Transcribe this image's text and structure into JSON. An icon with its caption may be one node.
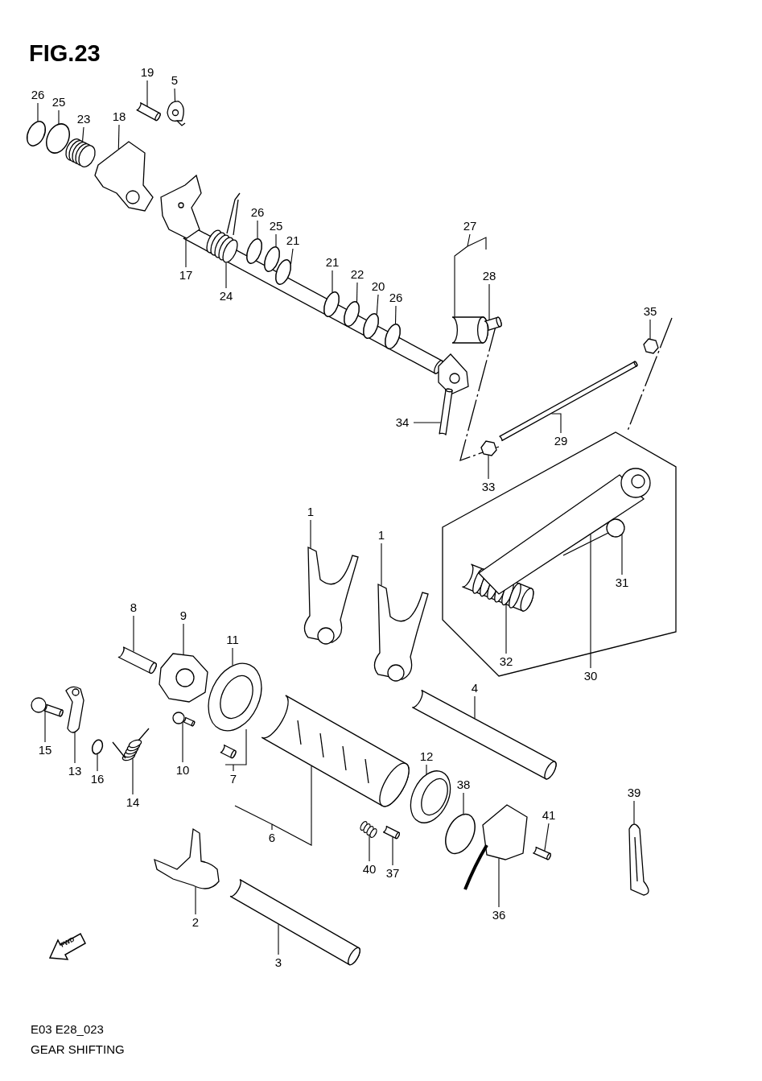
{
  "diagram": {
    "title": "FIG.23",
    "nodes": [
      {
        "text": [
          "26"
        ]
      },
      {
        "text": [
          "25"
        ]
      },
      {
        "text": [
          "23"
        ]
      },
      {
        "text": [
          "18"
        ]
      },
      {
        "text": [
          "19"
        ]
      },
      {
        "text": [
          "5"
        ]
      },
      {
        "text": [
          "17"
        ]
      },
      {
        "text": [
          "24"
        ]
      },
      {
        "text": [
          "26"
        ]
      },
      {
        "text": [
          "25"
        ]
      },
      {
        "text": [
          "21"
        ]
      },
      {
        "text": [
          "21"
        ]
      },
      {
        "text": [
          "22"
        ]
      },
      {
        "text": [
          "20"
        ]
      },
      {
        "text": [
          "26"
        ]
      },
      {
        "text": [
          "27"
        ]
      },
      {
        "text": [
          "28"
        ]
      },
      {
        "text": [
          "35"
        ]
      },
      {
        "text": [
          "34"
        ]
      },
      {
        "text": [
          "29"
        ]
      },
      {
        "text": [
          "33"
        ]
      },
      {
        "text": [
          "1"
        ]
      },
      {
        "text": [
          "1"
        ]
      },
      {
        "text": [
          "31"
        ]
      },
      {
        "text": [
          "32"
        ]
      },
      {
        "text": [
          "30"
        ]
      },
      {
        "text": [
          "8"
        ]
      },
      {
        "text": [
          "9"
        ]
      },
      {
        "text": [
          "11"
        ]
      },
      {
        "text": [
          "4"
        ]
      },
      {
        "text": [
          "15"
        ]
      },
      {
        "text": [
          "13"
        ]
      },
      {
        "text": [
          "16"
        ]
      },
      {
        "text": [
          "14"
        ]
      },
      {
        "text": [
          "10"
        ]
      },
      {
        "text": [
          "7"
        ]
      },
      {
        "text": [
          "12"
        ]
      },
      {
        "text": [
          "38"
        ]
      },
      {
        "text": [
          "39"
        ]
      },
      {
        "text": [
          "41"
        ]
      },
      {
        "text": [
          "6"
        ]
      },
      {
        "text": [
          "40"
        ]
      },
      {
        "text": [
          "37"
        ]
      },
      {
        "text": [
          "2"
        ]
      },
      {
        "text": [
          "36"
        ]
      },
      {
        "text": [
          "3"
        ]
      },
      {
        "text": [],
        "shape": "circle"
      },
      {
        "text": [],
        "shape": "circle"
      },
      {
        "text": [],
        "shape": "picture"
      },
      {
        "text": [],
        "shape": "picture"
      },
      {
        "text": [],
        "shape": "picture"
      },
      {
        "text": [],
        "shape": "picture"
      },
      {
        "text": [],
        "shape": "picture"
      },
      {
        "text": [],
        "shape": "picture"
      },
      {
        "text": [],
        "shape": "circle"
      },
      {
        "text": [],
        "shape": "circle"
      },
      {
        "text": [],
        "shape": "circle"
      },
      {
        "text": [],
        "shape": "circle"
      },
      {
        "text": [],
        "shape": "circle"
      },
      {
        "text": [],
        "shape": "circle"
      },
      {
        "text": [],
        "shape": "circle"
      },
      {
        "text": [],
        "shape": "picture"
      },
      {
        "text": [],
        "shape": "picture"
      },
      {
        "text": [],
        "shape": "picture"
      },
      {
        "text": [],
        "shape": "picture"
      },
      {
        "text": [],
        "shape": "picture"
      },
      {
        "text": [],
        "shape": "picture"
      },
      {
        "text": [],
        "shape": "picture"
      },
      {
        "text": [],
        "shape": "picture"
      },
      {
        "text": [],
        "shape": "picture"
      },
      {
        "text": [],
        "shape": "picture"
      },
      {
        "text": [],
        "shape": "picture"
      },
      {
        "text": [],
        "shape": "picture"
      },
      {
        "text": [],
        "shape": "picture"
      },
      {
        "text": [],
        "shape": "picture"
      },
      {
        "text": [],
        "shape": "picture"
      },
      {
        "text": [],
        "shape": "picture"
      },
      {
        "text": [],
        "shape": "picture"
      },
      {
        "text": [],
        "shape": "circle"
      },
      {
        "text": [],
        "shape": "picture"
      },
      {
        "text": [],
        "shape": "picture"
      },
      {
        "text": [],
        "shape": "picture"
      },
      {
        "text": [],
        "shape": "picture"
      },
      {
        "text": [],
        "shape": "circle"
      },
      {
        "text": [],
        "shape": "picture"
      },
      {
        "text": [],
        "shape": "picture"
      },
      {
        "text": [],
        "shape": "picture"
      },
      {
        "text": [],
        "shape": "picture"
      },
      {
        "text": [],
        "shape": "picture"
      },
      {
        "text": [],
        "shape": "picture"
      },
      {
        "text": [],
        "shape": "picture"
      },
      {
        "text": [],
        "shape": "picture"
      },
      {
        "text": [
          "FWD"
        ]
      }
    ],
    "edges": [
      {
        "from": 0,
        "to": 46,
        "arrow": "none"
      },
      {
        "from": 1,
        "to": 47,
        "arrow": "none"
      },
      {
        "from": 2,
        "to": 48,
        "arrow": "none"
      },
      {
        "from": 3,
        "to": 49,
        "arrow": "none"
      },
      {
        "from": 4,
        "to": 50,
        "arrow": "none"
      },
      {
        "from": 5,
        "to": 51,
        "arrow": "none"
      },
      {
        "from": 6,
        "to": 52,
        "arrow": "none"
      },
      {
        "from": 7,
        "to": 53,
        "arrow": "none"
      },
      {
        "from": 8,
        "to": 54,
        "arrow": "none"
      },
      {
        "from": 9,
        "to": 55,
        "arrow": "none"
      },
      {
        "from": 10,
        "to": 56,
        "arrow": "none"
      },
      {
        "from": 11,
        "to": 57,
        "arrow": "none"
      },
      {
        "from": 12,
        "to": 58,
        "arrow": "none"
      },
      {
        "from": 13,
        "to": 59,
        "arrow": "none"
      },
      {
        "from": 14,
        "to": 60,
        "arrow": "none"
      },
      {
        "from": 15,
        "to": 61,
        "arrow": "none"
      },
      {
        "from": 16,
        "to": 62,
        "arrow": "none"
      },
      {
        "from": 17,
        "to": 63,
        "arrow": "none"
      },
      {
        "from": 18,
        "to": 64,
        "arrow": "none"
      },
      {
        "from": 19,
        "to": 65,
        "arrow": "none"
      },
      {
        "from": 20,
        "to": 66,
        "arrow": "none"
      },
      {
        "from": 21,
        "to": 67,
        "arrow": "none"
      },
      {
        "from": 22,
        "to": 68,
        "arrow": "none"
      },
      {
        "from": 23,
        "to": 69,
        "arrow": "none"
      },
      {
        "from": 24,
        "to": 70,
        "arrow": "none"
      },
      {
        "from": 25,
        "to": 71,
        "arrow": "none"
      },
      {
        "from": 26,
        "to": 72,
        "arrow": "none"
      },
      {
        "from": 27,
        "to": 73,
        "arrow": "none"
      },
      {
        "from": 28,
        "to": 74,
        "arrow": "none"
      },
      {
        "from": 29,
        "to": 75,
        "arrow": "none"
      },
      {
        "from": 30,
        "to": 76,
        "arrow": "none"
      },
      {
        "from": 31,
        "to": 77,
        "arrow": "none"
      },
      {
        "from": 32,
        "to": 78,
        "arrow": "none"
      },
      {
        "from": 33,
        "to": 79,
        "arrow": "none"
      },
      {
        "from": 34,
        "to": 80,
        "arrow": "none"
      },
      {
        "from": 35,
        "to": 81,
        "arrow": "none"
      },
      {
        "from": 36,
        "to": 82,
        "arrow": "none"
      },
      {
        "from": 37,
        "to": 83,
        "arrow": "none"
      },
      {
        "from": 38,
        "to": 84,
        "arrow": "none"
      },
      {
        "from": 39,
        "to": 85,
        "arrow": "none"
      },
      {
        "from": 40,
        "to": 86,
        "arrow": "none"
      },
      {
        "from": 41,
        "to": 87,
        "arrow": "none"
      },
      {
        "from": 42,
        "to": 88,
        "arrow": "none"
      },
      {
        "from": 43,
        "to": 89,
        "arrow": "none"
      },
      {
        "from": 44,
        "to": 90,
        "arrow": "none"
      },
      {
        "from": 45,
        "to": 91,
        "arrow": "none"
      }
    ],
    "labels": [
      "E03 E28_023",
      "GEAR SHIFTING"
    ]
  }
}
